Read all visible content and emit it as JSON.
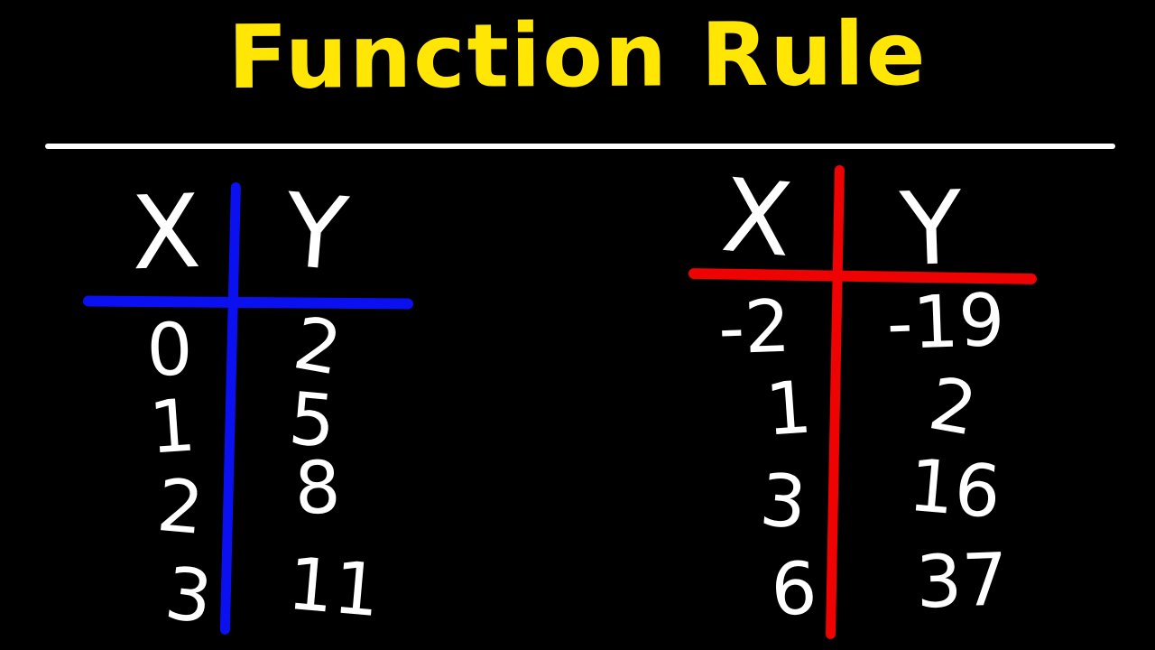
{
  "title": {
    "text": "Function Rule"
  },
  "colors": {
    "bg": "#000000",
    "ink": "#ffffff",
    "title": "#ffe605",
    "accent_left": "#0a10f0",
    "accent_right": "#ee0202"
  },
  "tables": {
    "left": {
      "header_x": "X",
      "header_y": "Y",
      "x_values": [
        "0",
        "1",
        "2",
        "3"
      ],
      "y_values": [
        "2",
        "5",
        "8",
        "11"
      ]
    },
    "right": {
      "header_x": "X",
      "header_y": "Y",
      "x_values": [
        "-2",
        "1",
        "3",
        "6"
      ],
      "y_values": [
        "-19",
        "2",
        "16",
        "37"
      ]
    }
  },
  "chart_data": [
    {
      "type": "table",
      "title": "left function table",
      "columns": [
        "X",
        "Y"
      ],
      "rows": [
        [
          0,
          2
        ],
        [
          1,
          5
        ],
        [
          2,
          8
        ],
        [
          3,
          11
        ]
      ],
      "accent_color": "#0a10f0",
      "layout": "T-chart, hand-drawn blue cross divider"
    },
    {
      "type": "table",
      "title": "right function table",
      "columns": [
        "X",
        "Y"
      ],
      "rows": [
        [
          -2,
          -19
        ],
        [
          1,
          2
        ],
        [
          3,
          16
        ],
        [
          6,
          37
        ]
      ],
      "accent_color": "#ee0202",
      "layout": "T-chart, hand-drawn red cross divider"
    }
  ]
}
